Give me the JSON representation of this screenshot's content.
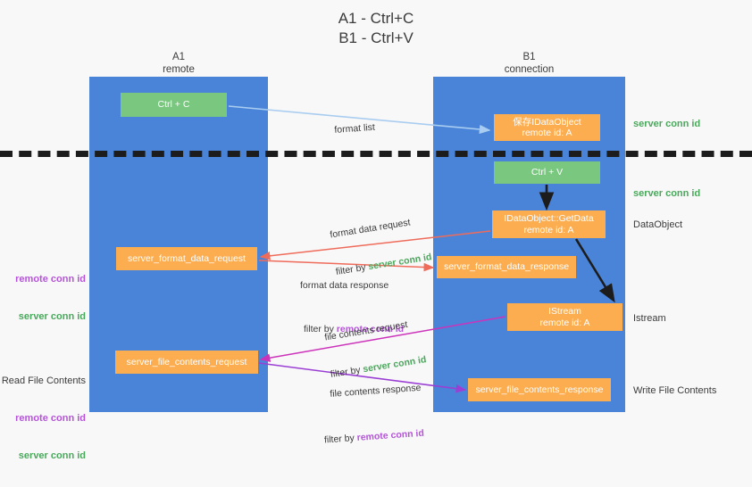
{
  "title": "A1 - Ctrl+C\nB1 - Ctrl+V",
  "columns": {
    "a1": "A1\nremote",
    "b1": "B1\nconnection"
  },
  "nodes": {
    "ctrl_c": "Ctrl + C",
    "ctrl_v": "Ctrl + V",
    "save_dataobject": "保存IDataObject\nremote id: A",
    "getdata": "IDataObject::GetData\nremote id: A",
    "istream": "IStream\nremote id: A",
    "format_data_request": "server_format_data_request",
    "format_data_response": "server_format_data_response",
    "file_contents_request": "server_file_contents_request",
    "file_contents_response": "server_file_contents_response"
  },
  "right_notes": {
    "server_conn_id_top": "server conn id",
    "server_conn_id_mid": "server conn id",
    "dataobject": "DataObject",
    "istream": "Istream",
    "write_file_contents": "Write File Contents"
  },
  "left_notes": {
    "block1": {
      "remote": "remote conn id",
      "server": "server conn id"
    },
    "block2": {
      "heading": "Read File Contents",
      "remote": "remote conn id",
      "server": "server conn id"
    }
  },
  "edge_labels": {
    "format_list": "format list",
    "format_data_request": "format data request",
    "format_data_request_filter_prefix": "filter by ",
    "format_data_request_filter_key": "server conn id",
    "format_data_response": "format data response",
    "format_data_response_filter_prefix": "filter by ",
    "format_data_response_filter_key": "remote conn id",
    "file_contents_request": "file contents request",
    "file_contents_request_filter_prefix": "filter by ",
    "file_contents_request_filter_key": "server conn id",
    "file_contents_response": "file contents response",
    "file_contents_response_filter_prefix": "filter by ",
    "file_contents_response_filter_key": "remote conn id"
  },
  "colors": {
    "lane": "#4a84d8",
    "green_node": "#7ac77f",
    "orange_node": "#fbad50",
    "server_conn_id": "#4aa85c",
    "remote_conn_id": "#b455d8",
    "arrow_light_blue": "#a9cdf0",
    "arrow_red": "#ef6b5a",
    "arrow_magenta": "#cc33bb",
    "arrow_purple": "#9b3fd4",
    "arrow_black": "#1c1c1c",
    "background": "#f8f8f8"
  }
}
